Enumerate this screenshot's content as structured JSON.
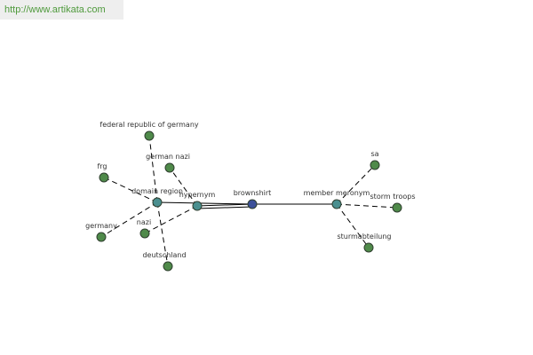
{
  "header": {
    "url_text": "http://www.artikata.com"
  },
  "colors": {
    "center": "#3b4f99",
    "relation": "#4a8f8f",
    "leaf": "#4f8a4a",
    "banner_text": "#4f9a3c",
    "banner_bg": "#eeeeee"
  },
  "graph": {
    "center": {
      "id": "brownshirt",
      "label": "brownshirt"
    },
    "relations": [
      {
        "id": "hypernym",
        "label": "hypernym",
        "children": [
          {
            "id": "german-nazi",
            "label": "german nazi"
          },
          {
            "id": "nazi",
            "label": "nazi"
          }
        ]
      },
      {
        "id": "domain-region",
        "label": "domain region",
        "children": [
          {
            "id": "federal-republic-of-germany",
            "label": "federal republic of germany"
          },
          {
            "id": "frg",
            "label": "frg"
          },
          {
            "id": "germany",
            "label": "germany"
          },
          {
            "id": "deutschland",
            "label": "deutschland"
          }
        ]
      },
      {
        "id": "member-meronym",
        "label": "member meronym",
        "children": [
          {
            "id": "sa",
            "label": "sa"
          },
          {
            "id": "storm-troops",
            "label": "storm troops"
          },
          {
            "id": "sturmabteilung",
            "label": "sturmabteilung"
          }
        ]
      }
    ]
  }
}
